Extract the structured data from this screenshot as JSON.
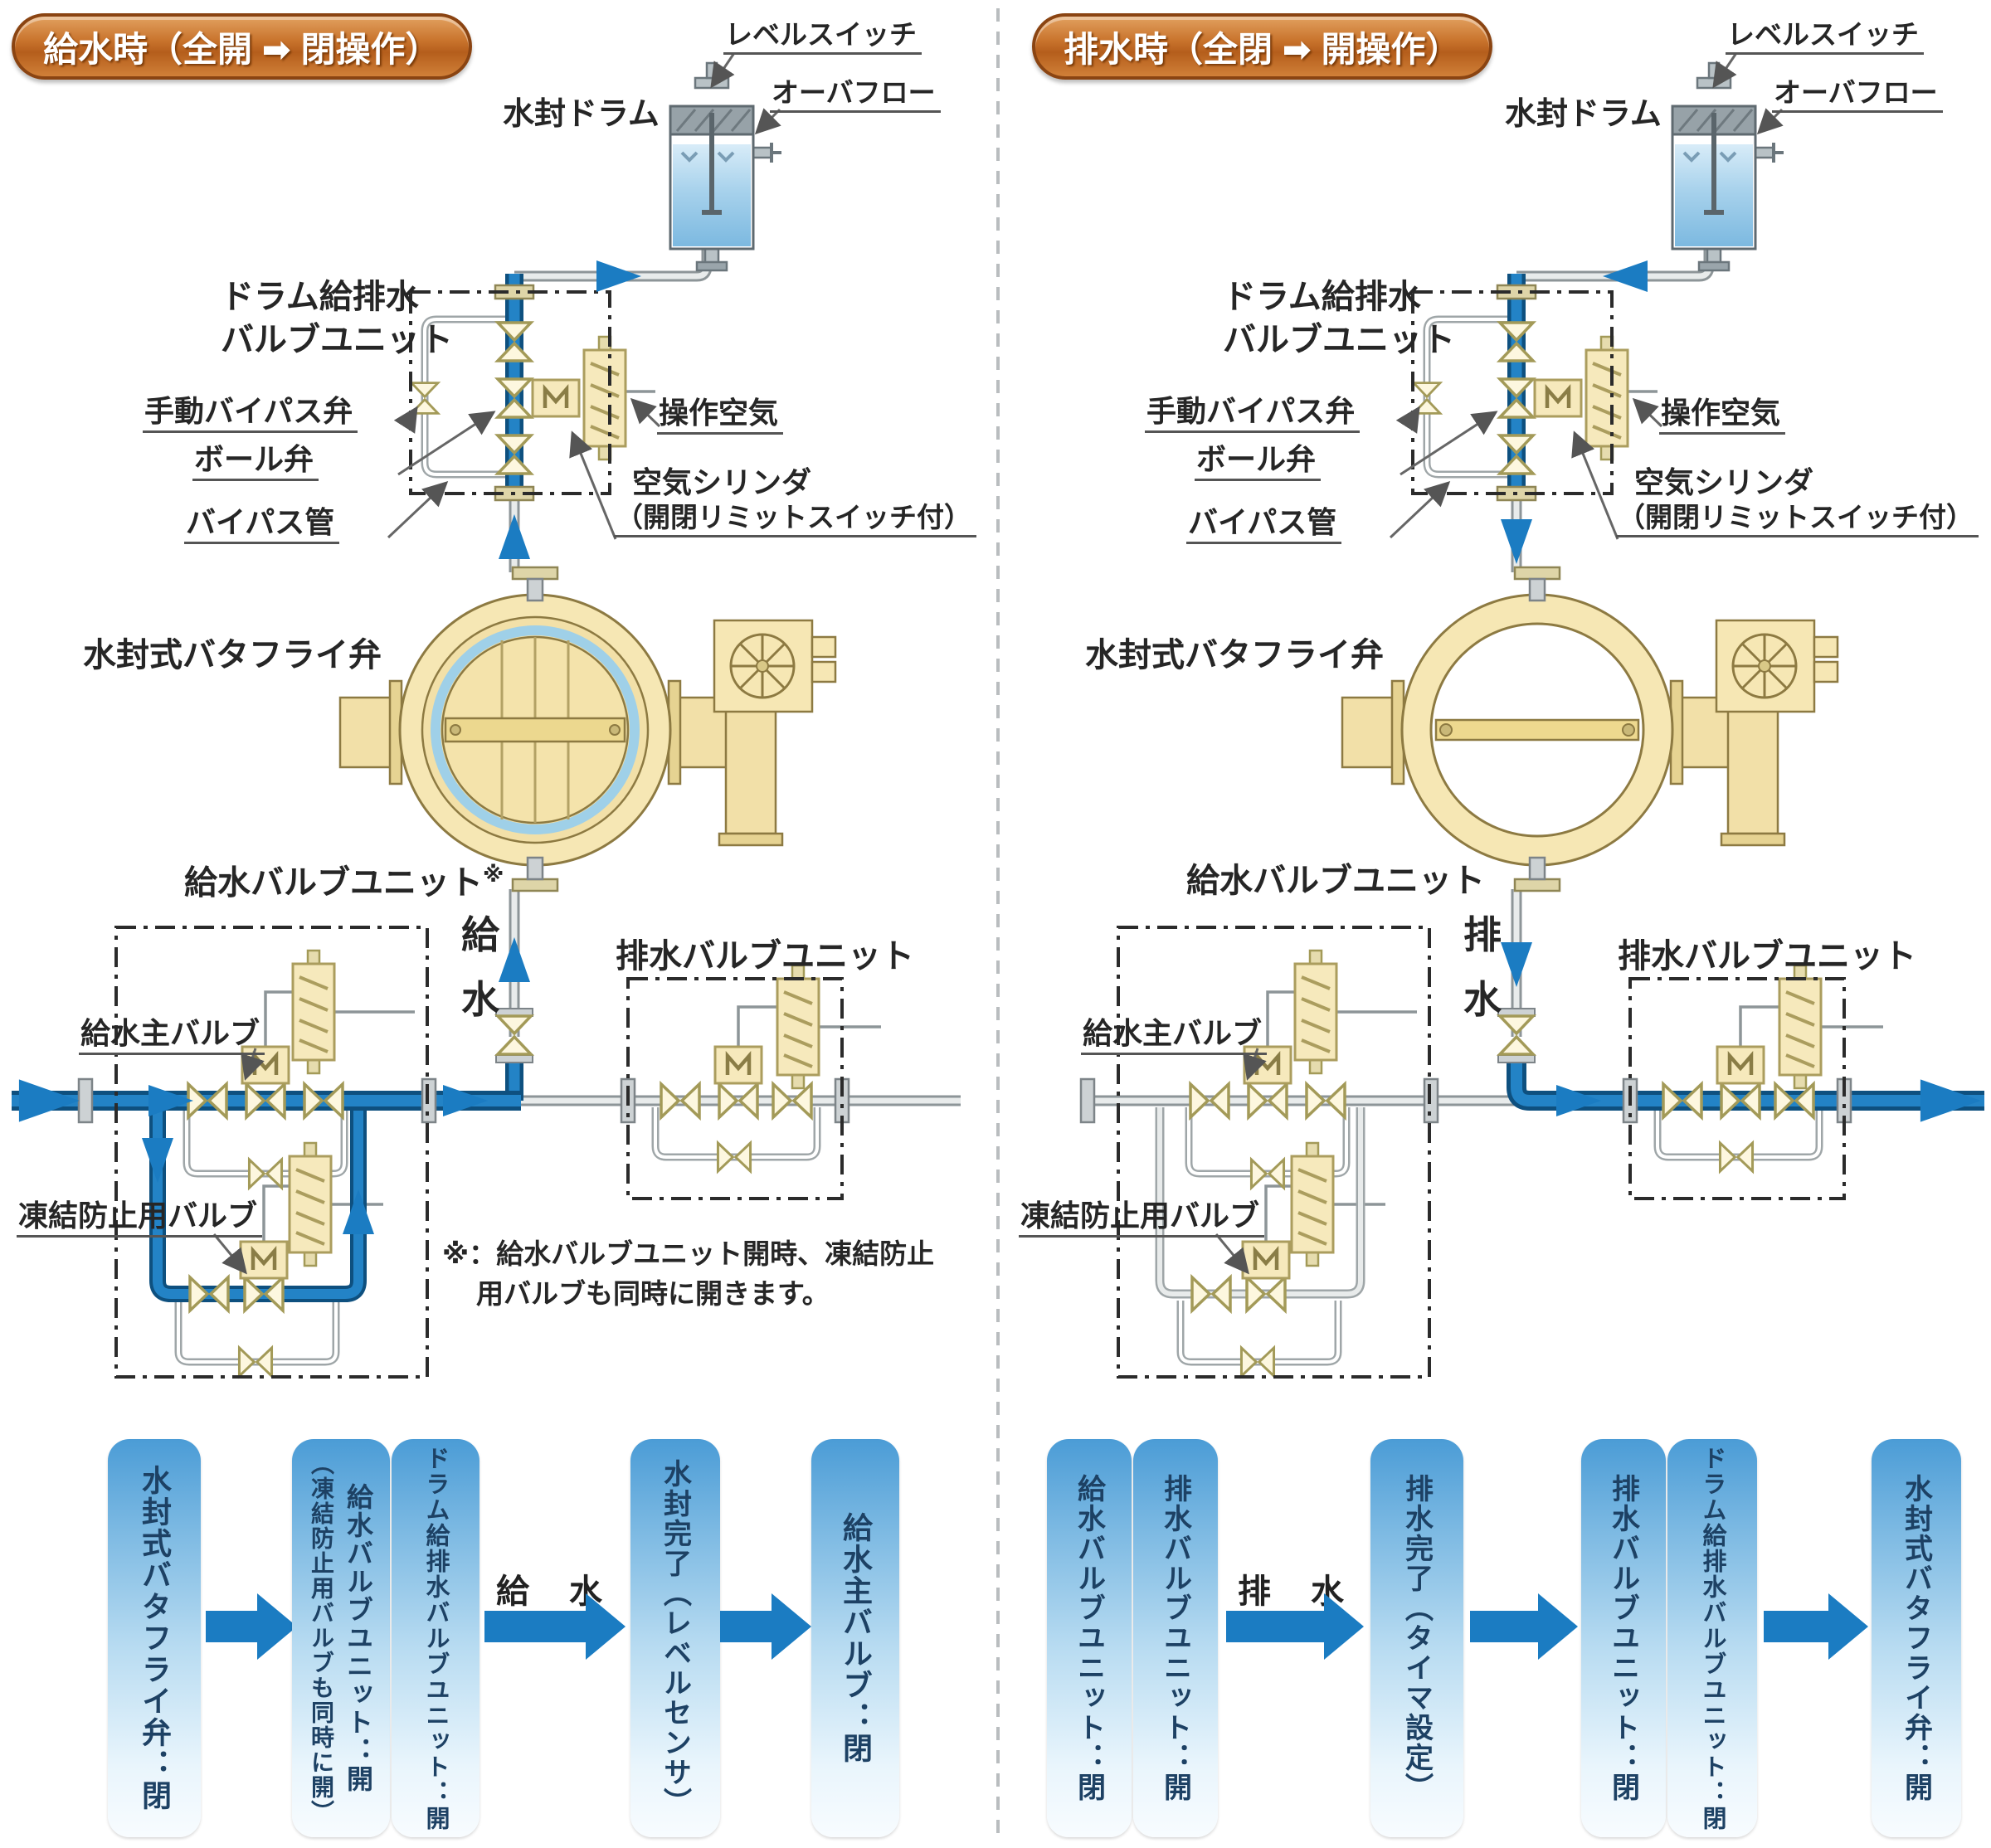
{
  "left_panel": {
    "header": "給水時（全開 ➡ 閉操作）",
    "drum_label": "水封ドラム",
    "level_switch": "レベルスイッチ",
    "overflow": "オーバフロー",
    "drum_unit_l1": "ドラム給排水",
    "drum_unit_l2": "バルブユニット",
    "manual_bypass": "手動バイパス弁",
    "ball_valve": "ボール弁",
    "bypass_pipe": "バイパス管",
    "operating_air": "操作空気",
    "air_cylinder_l1": "空気シリンダ",
    "air_cylinder_l2": "（開閉リミットスイッチ付）",
    "butterfly": "水封式バタフライ弁",
    "supply_unit": "給水バルブユニット",
    "supply_unit_sup": "※",
    "supply_main_valve": "給水主バルブ",
    "antifreeze_valve": "凍結防止用バルブ",
    "drain_unit": "排水バルブユニット",
    "flow_v1": "給",
    "flow_v2": "水",
    "note_l1": "※：給水バルブユニット開時、凍結防止",
    "note_l2": "用バルブも同時に開きます。",
    "seq": [
      [
        "水封式バタフライ弁：閉"
      ],
      [
        "給水バルブユニット：開",
        "（凍結防止用バルブも同時に開）"
      ],
      [
        "ドラム給排水バルブユニット：開"
      ],
      [
        "水封完了（レベルセンサ）"
      ],
      [
        "給水主バルブ：閉"
      ]
    ],
    "seq_arrow_label": "給　水"
  },
  "right_panel": {
    "header": "排水時（全閉 ➡ 開操作）",
    "drum_label": "水封ドラム",
    "level_switch": "レベルスイッチ",
    "overflow": "オーバフロー",
    "drum_unit_l1": "ドラム給排水",
    "drum_unit_l2": "バルブユニット",
    "manual_bypass": "手動バイパス弁",
    "ball_valve": "ボール弁",
    "bypass_pipe": "バイパス管",
    "operating_air": "操作空気",
    "air_cylinder_l1": "空気シリンダ",
    "air_cylinder_l2": "（開閉リミットスイッチ付）",
    "butterfly": "水封式バタフライ弁",
    "supply_unit": "給水バルブユニット",
    "supply_main_valve": "給水主バルブ",
    "antifreeze_valve": "凍結防止用バルブ",
    "drain_unit": "排水バルブユニット",
    "flow_v1": "排",
    "flow_v2": "水",
    "seq": [
      [
        "給水バルブユニット：閉"
      ],
      [
        "排水バルブユニット：開"
      ],
      [
        "排水完了（タイマ設定）"
      ],
      [
        "排水バルブユニット：閉"
      ],
      [
        "ドラム給排水バルブユニット：閉"
      ],
      [
        "水封式バタフライ弁：開"
      ]
    ],
    "seq_arrow_label": "排　水"
  },
  "colors": {
    "active_flow": "#2383c6",
    "inactive_pipe": "#8d9598",
    "equipment": "#f6e7b4",
    "header_orange": "#c9742d",
    "seq_box_blue": "#4b9cd6"
  }
}
